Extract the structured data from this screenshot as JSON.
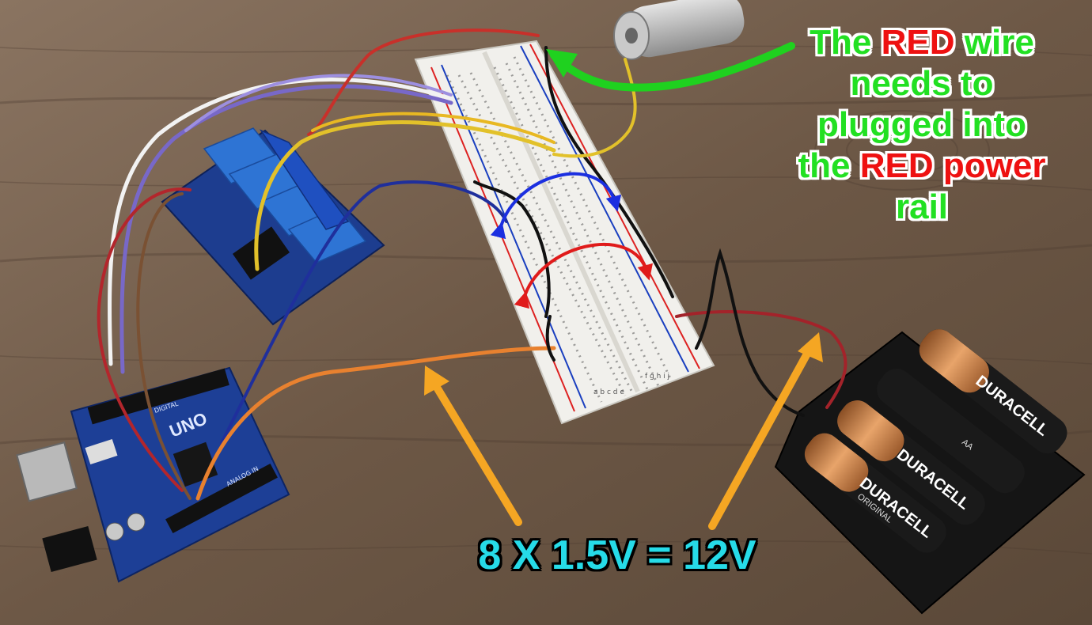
{
  "callout_top": {
    "line1_a": "The ",
    "line1_b": "RED",
    "line1_c": " wire",
    "line2": "needs to",
    "line3": "plugged into",
    "line4_a": "the ",
    "line4_b": "RED power",
    "line5": "rail"
  },
  "callout_bottom": {
    "text": "8 X 1.5V = 12V"
  },
  "board": {
    "label": "UNO",
    "digital_label": "DIGITAL",
    "analog_label": "ANALOG IN"
  },
  "battery": {
    "brand": "DURACELL",
    "sub": "ORIGINAL",
    "size": "AA"
  },
  "breadboard": {
    "letters_left": "a b c d e",
    "letters_right": "f g h i j"
  },
  "colors": {
    "callout_green": "#22e022",
    "callout_red": "#ee1111",
    "callout_cyan": "#26dbe8",
    "arrow_green": "#1fd11f",
    "arrow_orange": "#f5a623",
    "arc_blue": "#1b2fe0",
    "arc_red": "#e01b1b",
    "wood": "#6f5a47"
  }
}
